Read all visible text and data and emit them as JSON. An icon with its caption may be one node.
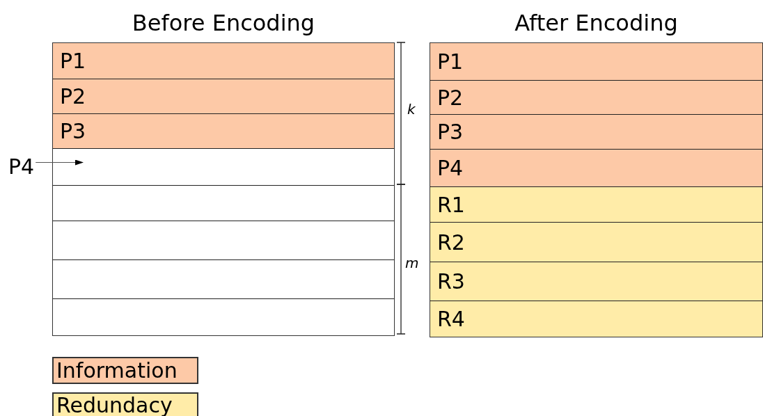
{
  "diagram": {
    "nodes": [
      {
        "text": [
          "Before Encoding"
        ]
      },
      {
        "text": [
          "P1"
        ],
        "in": 0
      },
      {
        "text": [
          "P2"
        ],
        "in": 0
      },
      {
        "text": [
          "P3"
        ],
        "in": 0
      },
      {
        "text": [],
        "shape": "box",
        "in": 0
      },
      {
        "text": [],
        "shape": "box",
        "in": 0
      },
      {
        "text": [],
        "shape": "box",
        "in": 0
      },
      {
        "text": [],
        "shape": "box",
        "in": 0
      },
      {
        "text": [],
        "shape": "box",
        "in": 0
      },
      {
        "text": [
          "P4"
        ]
      },
      {
        "text": [
          "After Encoding"
        ]
      },
      {
        "text": [
          "P1"
        ],
        "in": 10
      },
      {
        "text": [
          "P2"
        ],
        "in": 10
      },
      {
        "text": [
          "P3"
        ],
        "in": 10
      },
      {
        "text": [
          "P4"
        ],
        "in": 10
      },
      {
        "text": [
          "R1"
        ],
        "in": 10
      },
      {
        "text": [
          "R2"
        ],
        "in": 10
      },
      {
        "text": [
          "R3"
        ],
        "in": 10
      },
      {
        "text": [
          "R4"
        ],
        "in": 10
      }
    ],
    "edges": [
      {
        "from": 9,
        "to": 4,
        "arrow": "to"
      }
    ],
    "labels": [
      "k",
      "m"
    ],
    "legend": [
      {
        "text": "Information",
        "color": "#fdc9a7"
      },
      {
        "text": "Redundacy",
        "color": "#ffeca8"
      }
    ]
  }
}
